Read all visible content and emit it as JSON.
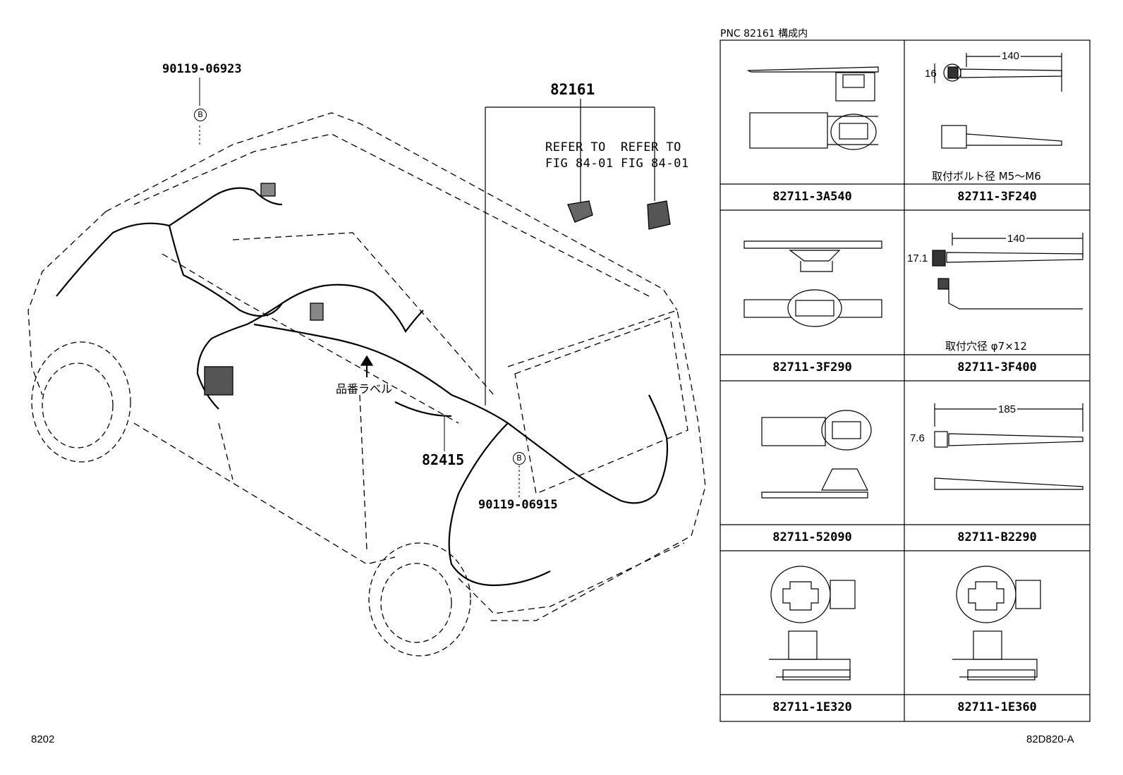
{
  "diagram": {
    "main_part": "82161",
    "refer_left": [
      "REFER TO",
      "FIG 84-01"
    ],
    "refer_right": [
      "REFER TO",
      "FIG 84-01"
    ],
    "part_top_left": "90119-06923",
    "part_bottom_mid": "90119-06915",
    "part_sensor": "82415",
    "label_note": "品番ラベル",
    "circle_b": "B",
    "footer_left": "8202",
    "footer_right": "82D820-A"
  },
  "table": {
    "title": "PNC 82161 構成内",
    "cells": [
      {
        "part": "82711-3A540",
        "note": ""
      },
      {
        "part": "82711-3F240",
        "note": "取付ボルト径 M5～M6",
        "dims": [
          "140",
          "16"
        ]
      },
      {
        "part": "82711-3F290",
        "note": ""
      },
      {
        "part": "82711-3F400",
        "note": "取付穴径 φ7×12",
        "dims": [
          "140",
          "17.1"
        ]
      },
      {
        "part": "82711-52090",
        "note": ""
      },
      {
        "part": "82711-B2290",
        "note": "",
        "dims": [
          "185",
          "7.6"
        ]
      },
      {
        "part": "82711-1E320",
        "note": ""
      },
      {
        "part": "82711-1E360",
        "note": ""
      }
    ]
  }
}
